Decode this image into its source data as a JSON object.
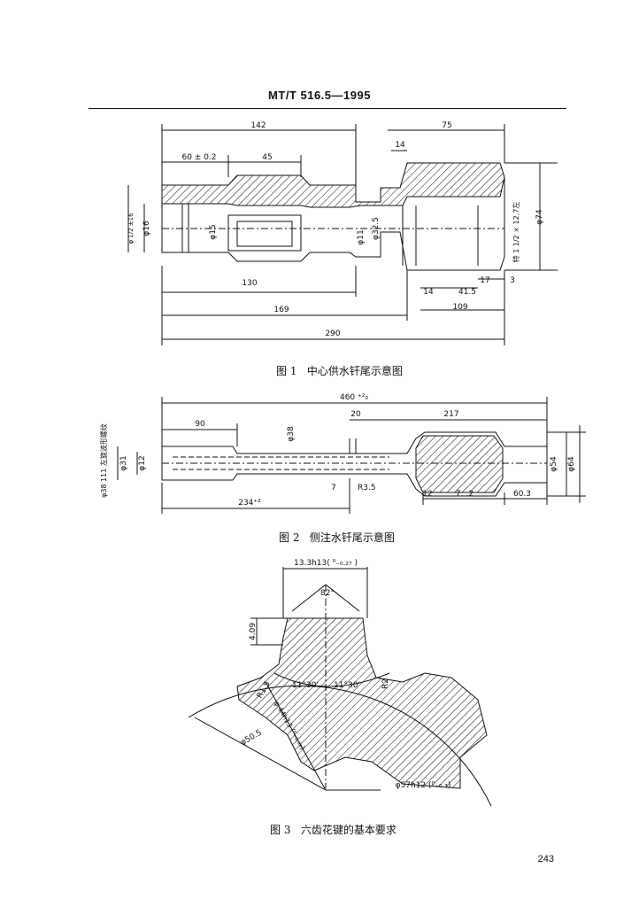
{
  "header": {
    "standard_no": "MT/T 516.5—1995"
  },
  "figure1": {
    "caption_no": "图 1",
    "caption_text": "中心供水钎尾示意图",
    "dims": {
      "d142": "142",
      "d75": "75",
      "d60": "60 ± 0.2",
      "d45": "45",
      "d14a": "14",
      "d130": "130",
      "d169": "169",
      "d290": "290",
      "d14b": "14",
      "d415": "41.5",
      "d17": "17",
      "d3": "3",
      "d109": "109",
      "phi16": "φ16",
      "phi15": "φ15",
      "phi11": "φ11",
      "phi325": "φ32.5",
      "phi74": "φ74",
      "thread": "特 1 1/2 × 12.7左",
      "phi_left": "φ 1/2 ±16"
    }
  },
  "figure2": {
    "caption_no": "图 2",
    "caption_text": "侧注水钎尾示意图",
    "dims": {
      "d460": "460 ⁺²₀",
      "d90": "90",
      "d20": "20",
      "d217": "217",
      "phi38": "φ38",
      "phi12": "φ12",
      "phi31": "φ31",
      "side": "φ38 111 左旋波形螺纹",
      "r": "R3.5",
      "d7": "7",
      "d234": "234⁺²",
      "d12": "12",
      "d72": "7: .2",
      "d603": "60.3",
      "phi54": "φ54",
      "phi64": "φ64"
    }
  },
  "figure3": {
    "caption_no": "图 3",
    "caption_text": "六齿花键的基本要求",
    "dims": {
      "top": "13.3h13( ⁰₋₀.₂₇ )",
      "angle": "82°",
      "d409": "4.09",
      "a1": "11°30'",
      "a2": "11°30'",
      "r15": "R1.5",
      "r2": "R2",
      "phi44": "φ 44h13 (⁰₋₀.₃₉)",
      "phi505": "φ50.5",
      "phi57": "φ57h12 (⁰₋₀.₃)"
    }
  },
  "page_number": "243"
}
